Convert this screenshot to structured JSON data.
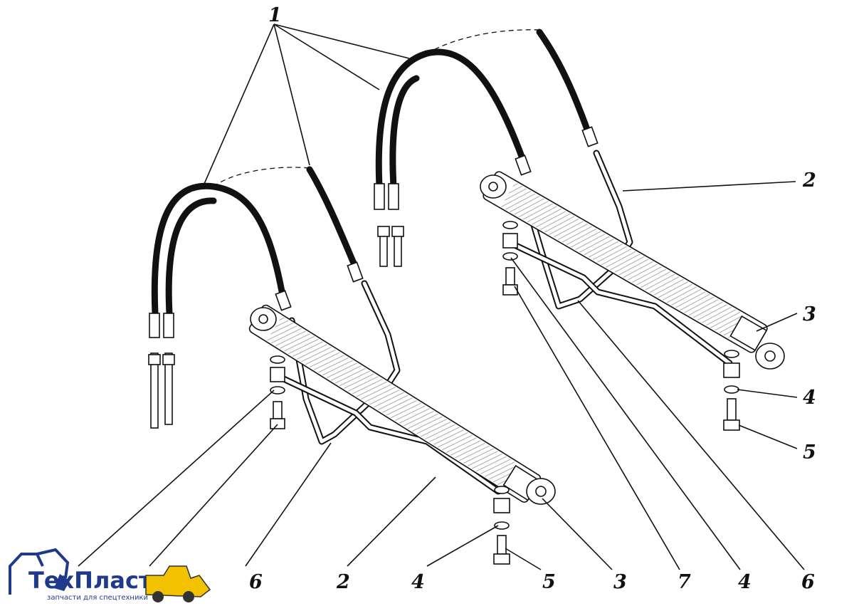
{
  "callouts": {
    "top_1": "1",
    "right_2": "2",
    "right_3": "3",
    "right_4": "4",
    "right_5": "5",
    "bottom_6a": "6",
    "bottom_2": "2",
    "bottom_4a": "4",
    "bottom_5": "5",
    "bottom_3": "3",
    "bottom_7": "7",
    "bottom_4b": "4",
    "bottom_6b": "6"
  },
  "logo": {
    "name": "ТехПласт",
    "tagline": "запчасти для спецтехники",
    "color": "#1f3a8a",
    "accent": "#f2c200"
  },
  "colors": {
    "line": "#111111",
    "background": "#ffffff"
  }
}
